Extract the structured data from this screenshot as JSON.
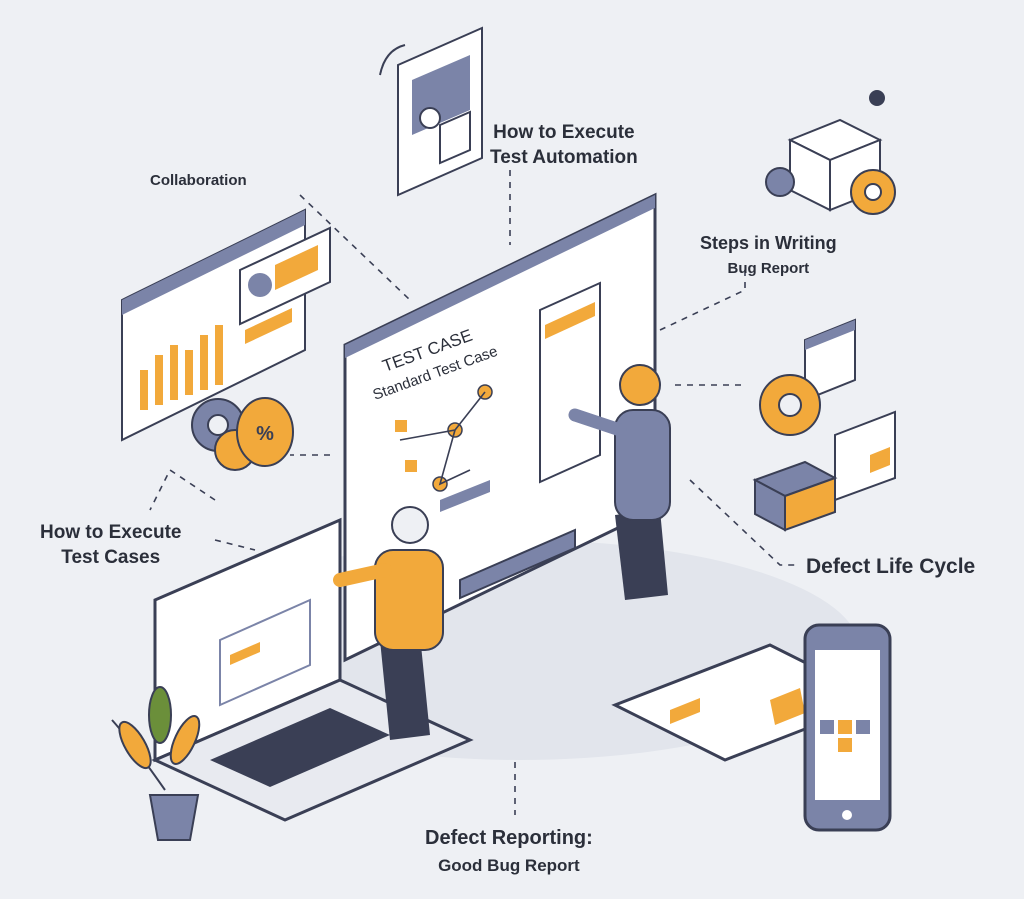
{
  "labels": {
    "collaboration": "Collaboration",
    "automation_line1": "How to Execute",
    "automation_line2": "Test Automation",
    "steps_line1": "Steps in Writing",
    "steps_line2": "Bug Report",
    "execute_line1": "How to Execute",
    "execute_line2": "Test Cases",
    "life_cycle": "Defect Life Cycle",
    "reporting_line1": "Defect Reporting:",
    "reporting_line2": "Good Bug Report"
  },
  "board": {
    "heading": "TEST CASE",
    "subheading": "Standard Test Case"
  },
  "colors": {
    "background": "#eef0f4",
    "accent": "#f2a93b",
    "navy": "#3a3f55",
    "slate": "#7b84a8",
    "line": "#2b2f3a"
  },
  "icons": [
    "gear-icon",
    "bug-icon",
    "phone-icon",
    "tablet-icon",
    "laptop-icon",
    "plant-icon"
  ]
}
